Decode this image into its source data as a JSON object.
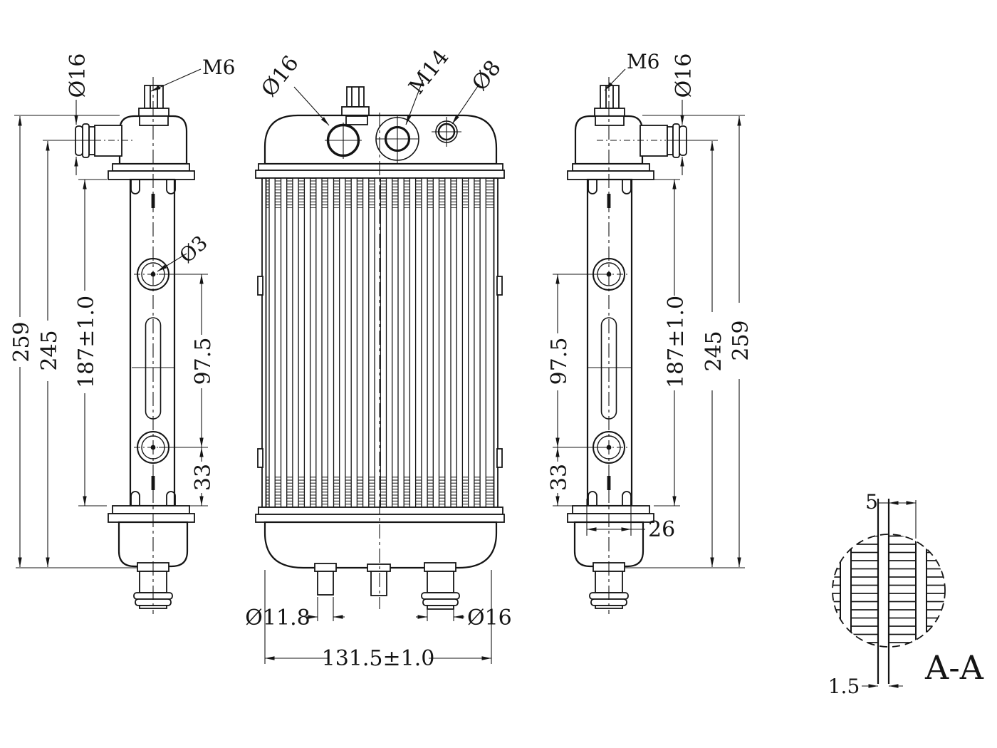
{
  "views": {
    "left": {
      "dia_fitting": "Ø16",
      "bolt": "M6",
      "dim_overall": "259",
      "dim_to_port": "245",
      "dim_body": "187±1.0",
      "dim_holes": "97.5",
      "dim_hole_bottom": "33",
      "dia_hole": "Ø3"
    },
    "front": {
      "dia_inlet": "Ø16",
      "thread_filler": "M14",
      "dia_vent": "Ø8",
      "dia_drain": "Ø11.8",
      "dia_outlet": "Ø16",
      "dim_width": "131.5±1.0"
    },
    "right": {
      "bolt": "M6",
      "dia_fitting": "Ø16",
      "dim_holes": "97.5",
      "dim_hole_bottom": "33",
      "dim_body": "187±1.0",
      "dim_to_port": "245",
      "dim_overall": "259",
      "dim_tank": "26"
    },
    "detail": {
      "dim_pitch": "5",
      "dim_wall": "1.5",
      "label": "A-A"
    }
  }
}
